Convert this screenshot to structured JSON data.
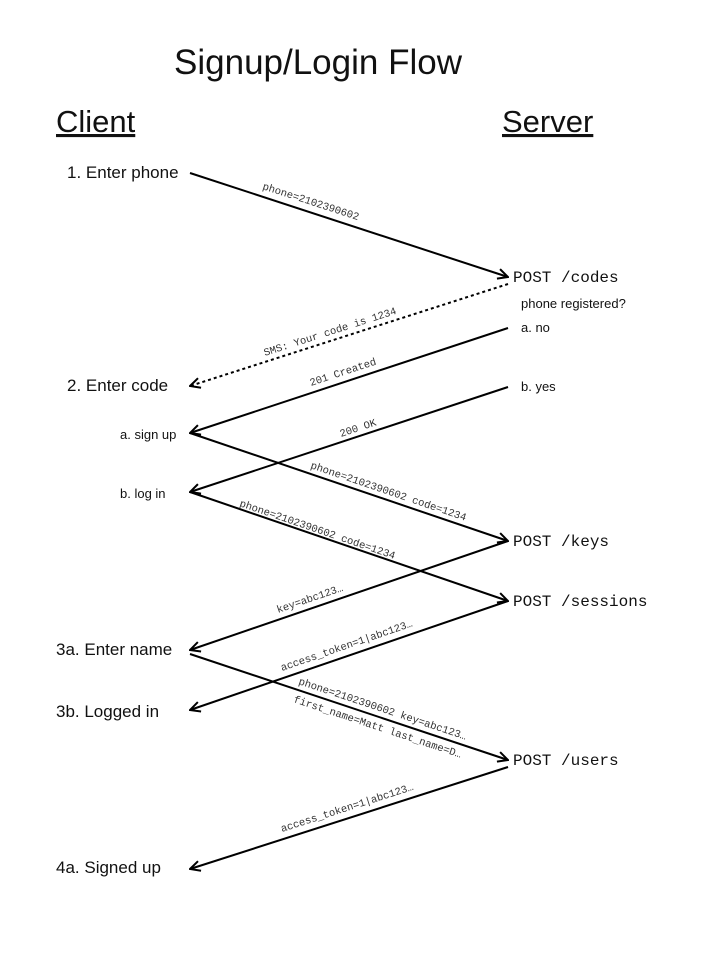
{
  "title": "Signup/Login Flow",
  "columns": {
    "client": "Client",
    "server": "Server"
  },
  "client_steps": {
    "enter_phone": "1. Enter phone",
    "enter_code": "2. Enter code",
    "sign_up": "a. sign up",
    "log_in": "b. log in",
    "enter_name": "3a. Enter name",
    "logged_in": "3b. Logged in",
    "signed_up": "4a. Signed up"
  },
  "server_endpoints": {
    "codes": "POST /codes",
    "keys": "POST /keys",
    "sessions": "POST /sessions",
    "users": "POST /users"
  },
  "server_notes": {
    "question": "phone registered?",
    "no": "a. no",
    "yes": "b. yes"
  },
  "messages": {
    "phone": "phone=2102390602",
    "sms": "SMS: Your code is 1234",
    "created": "201 Created",
    "ok": "200 OK",
    "signup_code": "phone=2102390602 code=1234",
    "login_code": "phone=2102390602 code=1234",
    "key": "key=abc123…",
    "access_token_session": "access_token=1|abc123…",
    "users_phone_key": "phone=2102390602 key=abc123…",
    "users_names": "first_name=Matt last_name=D…",
    "access_token_users": "access_token=1|abc123…"
  }
}
